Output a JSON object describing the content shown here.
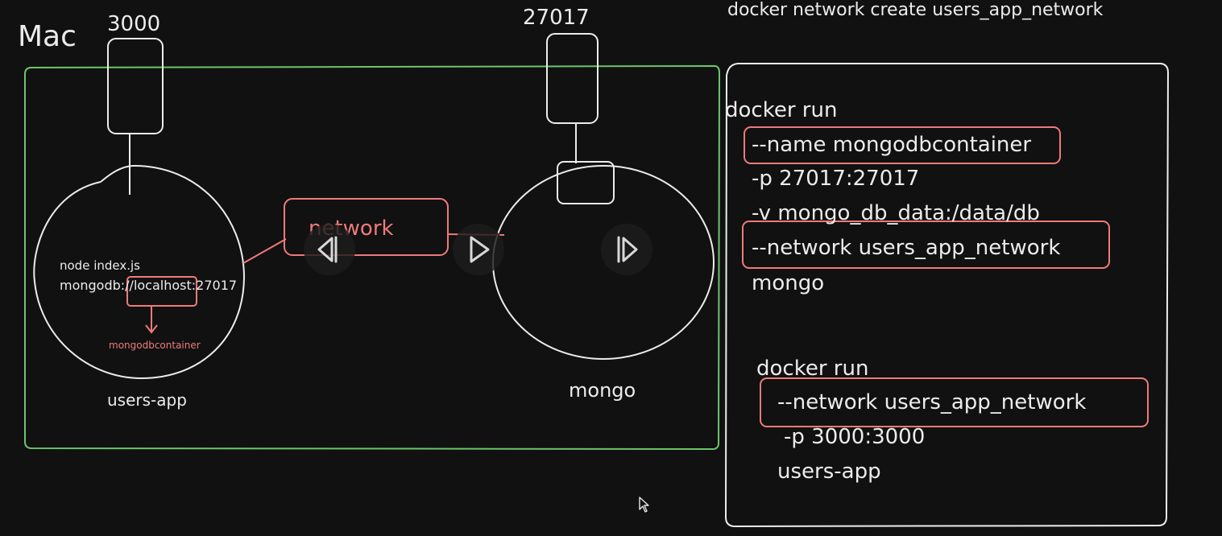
{
  "colors": {
    "background": "#111111",
    "stroke": "#ececec",
    "host_box": "#6cc56c",
    "highlight": "#ef7a7a"
  },
  "host": {
    "label": "Mac"
  },
  "ports": {
    "users_app": "3000",
    "mongo": "27017"
  },
  "network_command": "docker network create users_app_network",
  "users_app_container": {
    "command": "node index.js",
    "connection_url": "mongodb://localhost:27017",
    "url_replacement": "mongodbcontainer",
    "label": "users-app"
  },
  "mongo_container": {
    "label": "mongo"
  },
  "network_label": "network",
  "mongo_run": {
    "run": "docker run",
    "name_flag": "--name mongodbcontainer",
    "port_flag": "-p 27017:27017",
    "volume_flag": "-v mongo_db_data:/data/db",
    "network_flag": "--network users_app_network",
    "image": "mongo"
  },
  "users_app_run": {
    "run": "docker run",
    "network_flag": "--network users_app_network",
    "port_flag": "-p 3000:3000",
    "image": "users-app"
  },
  "player_controls": {
    "previous_icon": "skip-back-icon",
    "play_icon": "play-icon",
    "next_icon": "skip-forward-icon"
  },
  "cursor_icon": "mouse-pointer-icon"
}
